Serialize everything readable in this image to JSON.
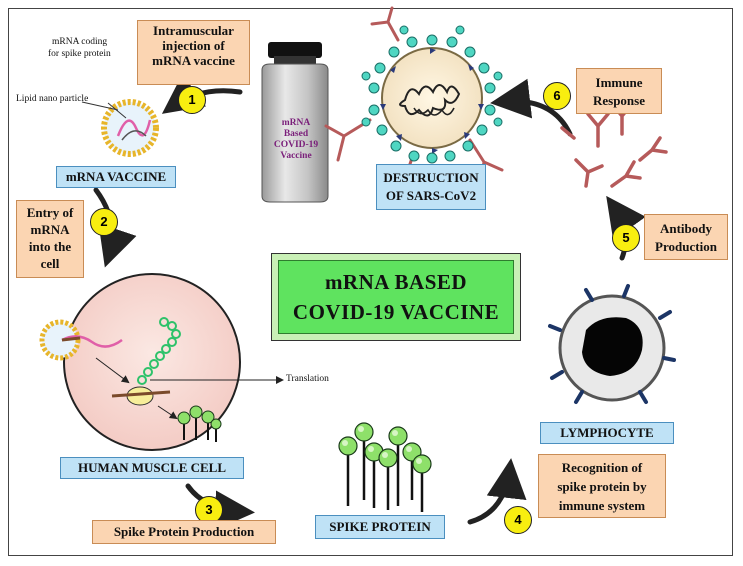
{
  "title": {
    "line1": "mRNA BASED",
    "line2": "COVID-19  VACCINE"
  },
  "steps": [
    {
      "number": "1",
      "lines": [
        "Intramuscular",
        "injection of",
        "mRNA vaccine"
      ]
    },
    {
      "number": "2",
      "lines": [
        "Entry of",
        "mRNA",
        "into the",
        "cell"
      ]
    },
    {
      "number": "3",
      "lines": [
        "Spike Protein Production"
      ]
    },
    {
      "number": "4",
      "lines": [
        "Recognition of",
        "spike protein by",
        "immune system"
      ]
    },
    {
      "number": "5",
      "lines": [
        "Antibody",
        "Production"
      ]
    },
    {
      "number": "6",
      "lines": [
        "Immune",
        "Response"
      ]
    }
  ],
  "labels": {
    "mrna_vaccine": "mRNA VACCINE",
    "human_muscle_cell": "HUMAN MUSCLE CELL",
    "spike_protein": "SPIKE PROTEIN",
    "lymphocyte": "LYMPHOCYTE",
    "destruction": [
      "DESTRUCTION",
      "OF SARS-CoV2"
    ]
  },
  "annotations": {
    "mrna_coding": [
      "mRNA coding",
      "for spike protein"
    ],
    "lipid_nano": "Lipid nano particle",
    "translation": "Translation"
  },
  "vial_label": [
    "mRNA",
    "Based",
    "COVID-19",
    "Vaccine"
  ],
  "colors": {
    "peach_box": "#fbd5b2",
    "blue_box": "#bfe2f6",
    "title_green": "#5fe35f",
    "badge_yellow": "#f8ee10",
    "virus_spike_teal": "#4fd6c2",
    "spike_green": "#8ee06a",
    "antibody_red": "#b65a5a"
  }
}
